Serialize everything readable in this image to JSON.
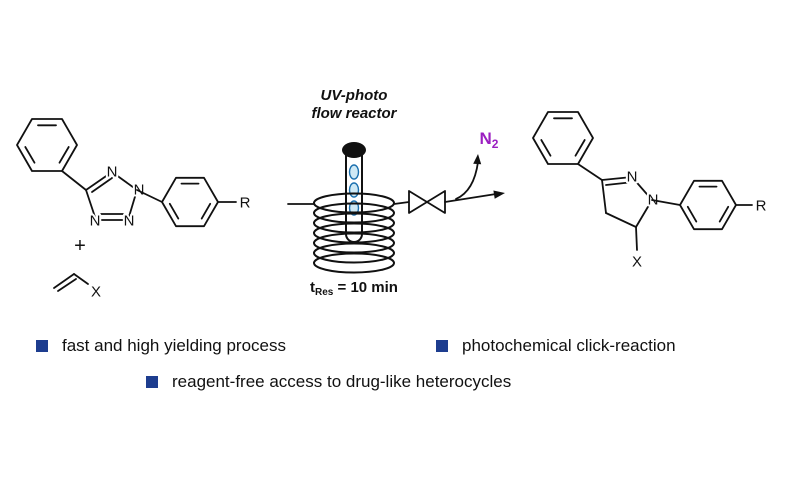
{
  "colors": {
    "bullet_square": "#1d3d8f",
    "retained_nitrogen_blue": "#2929c8",
    "released_nitrogen_magenta": "#b01ab0",
    "n2_gas_purple": "#9b1fc1",
    "droplet_fill": "#cfe9f5",
    "droplet_stroke": "#1a6fae",
    "bond_black": "#111111"
  },
  "scheme": {
    "reactor_label_line1": "UV-photo",
    "reactor_label_line2": "flow reactor",
    "n2": {
      "symbol": "N",
      "subscript": "2"
    },
    "residence_time": {
      "t": "t",
      "sub": "Res",
      "rest": " = 10 min"
    },
    "plus": "+",
    "atoms": {
      "nitrogen": "N",
      "r_group": "R",
      "x_group": "X"
    }
  },
  "bullets": [
    {
      "text": "fast and high yielding process"
    },
    {
      "text": "photochemical click-reaction"
    },
    {
      "text": "reagent-free access to drug-like heterocycles"
    }
  ]
}
